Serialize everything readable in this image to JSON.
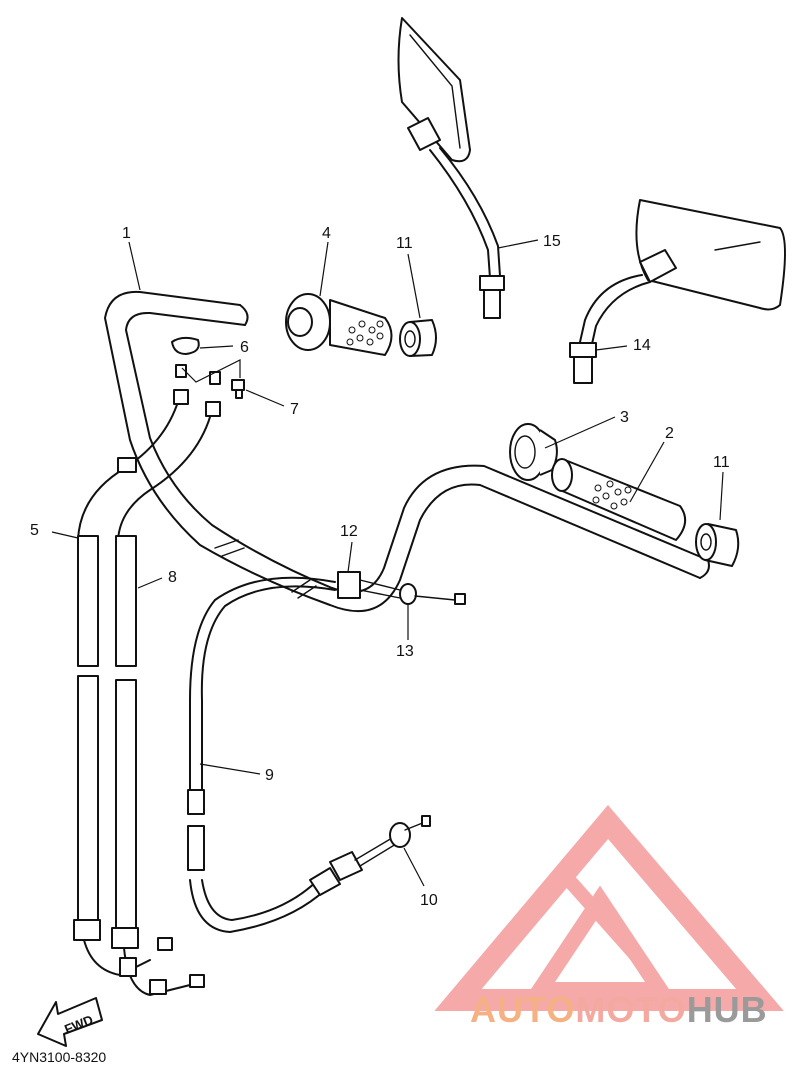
{
  "diagram_code": "4YN3100-8320",
  "direction_label": "FWD",
  "watermark": {
    "part1": "AUTO",
    "part2": "MOTO",
    "part3": "HUB",
    "color1": "#f5b183",
    "color2": "#f4a9a0",
    "color3": "#9a9a9a",
    "logo_color": "#f4a0a0"
  },
  "callouts": [
    {
      "id": "1",
      "label": "1"
    },
    {
      "id": "2",
      "label": "2"
    },
    {
      "id": "3",
      "label": "3"
    },
    {
      "id": "4",
      "label": "4"
    },
    {
      "id": "5",
      "label": "5"
    },
    {
      "id": "6",
      "label": "6"
    },
    {
      "id": "7",
      "label": "7"
    },
    {
      "id": "8",
      "label": "8"
    },
    {
      "id": "9",
      "label": "9"
    },
    {
      "id": "10",
      "label": "10"
    },
    {
      "id": "11a",
      "label": "11"
    },
    {
      "id": "11b",
      "label": "11"
    },
    {
      "id": "12",
      "label": "12"
    },
    {
      "id": "13",
      "label": "13"
    },
    {
      "id": "14",
      "label": "14"
    },
    {
      "id": "15",
      "label": "15"
    }
  ]
}
